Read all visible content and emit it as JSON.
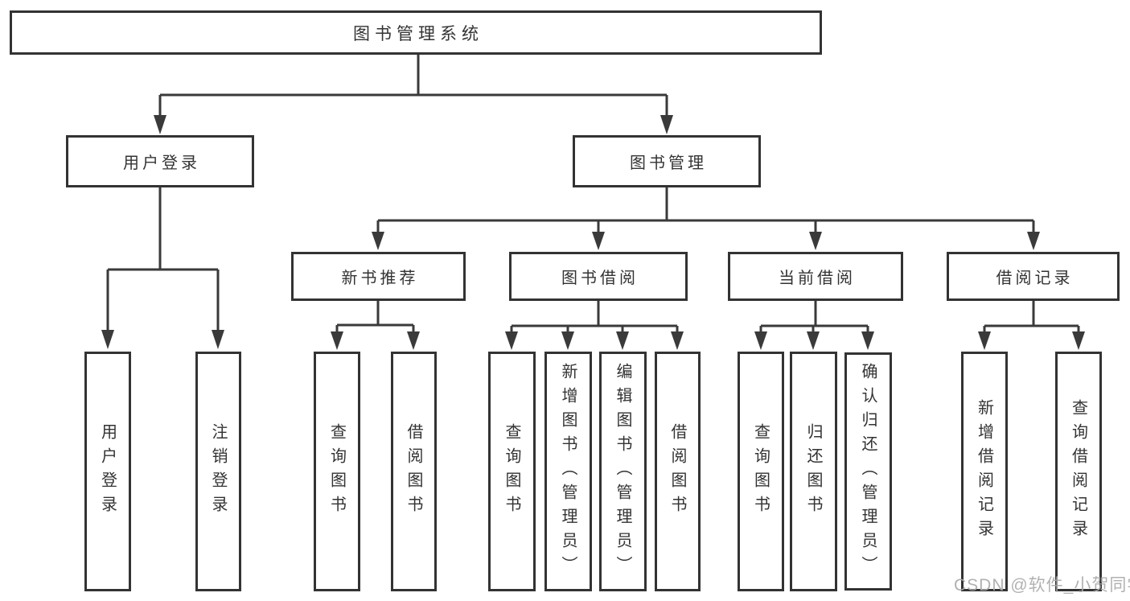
{
  "diagram": {
    "kind": "hierarchy-tree",
    "tree": {
      "root": {
        "label": "图书管理系统",
        "children": [
          {
            "label": "用户登录",
            "children": [
              {
                "label": "用户登录"
              },
              {
                "label": "注销登录"
              }
            ]
          },
          {
            "label": "图书管理",
            "children": [
              {
                "label": "新书推荐",
                "children": [
                  {
                    "label": "查询图书"
                  },
                  {
                    "label": "借阅图书"
                  }
                ]
              },
              {
                "label": "图书借阅",
                "children": [
                  {
                    "label": "查询图书"
                  },
                  {
                    "label": "新增图书（管理员）"
                  },
                  {
                    "label": "编辑图书（管理员）"
                  },
                  {
                    "label": "借阅图书"
                  }
                ]
              },
              {
                "label": "当前借阅",
                "children": [
                  {
                    "label": "查询图书"
                  },
                  {
                    "label": "归还图书"
                  },
                  {
                    "label": "确认归还（管理员）"
                  }
                ]
              },
              {
                "label": "借阅记录",
                "children": [
                  {
                    "label": "新增借阅记录"
                  },
                  {
                    "label": "查询借阅记录"
                  }
                ]
              }
            ]
          }
        ]
      }
    },
    "colors": {
      "line": "#3a3a3a",
      "box_border": "#333333",
      "box_fill": "#ffffff",
      "text": "#333333",
      "watermark": "#ababab",
      "background": "#ffffff"
    }
  },
  "watermark": {
    "text": "CSDN @软件_小贺同学"
  }
}
